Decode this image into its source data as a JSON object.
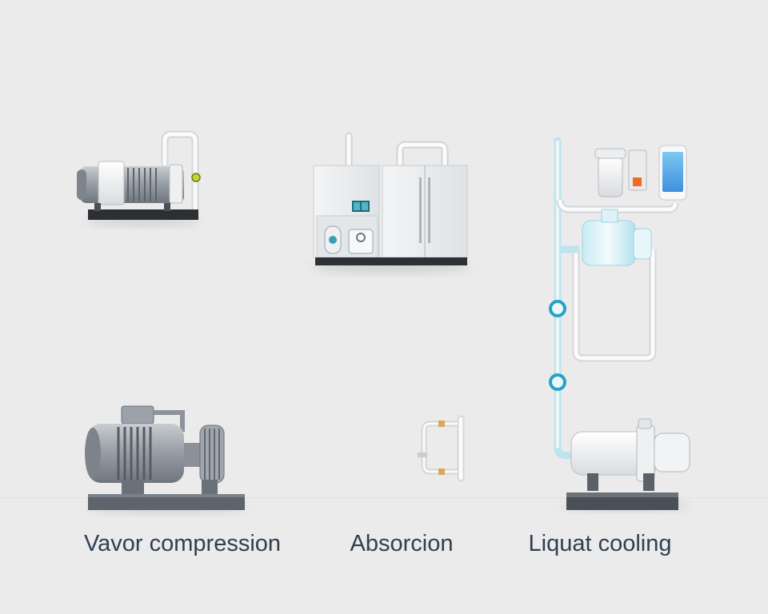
{
  "labels": [
    {
      "id": "vapor",
      "text": "Vavor compression"
    },
    {
      "id": "absorption",
      "text": "Absorcion"
    },
    {
      "id": "liquid",
      "text": "Liquat cooling"
    }
  ],
  "colors": {
    "background": "#ebebeb",
    "label_text": "#2f3f52",
    "machine_gray": "#8e959c",
    "pipe_white": "#f4f4f4",
    "coolant_blue": "#a9dcec",
    "accent_teal": "#2aa3c8",
    "accent_orange": "#f06a24",
    "base_dark": "#3a3e44"
  }
}
